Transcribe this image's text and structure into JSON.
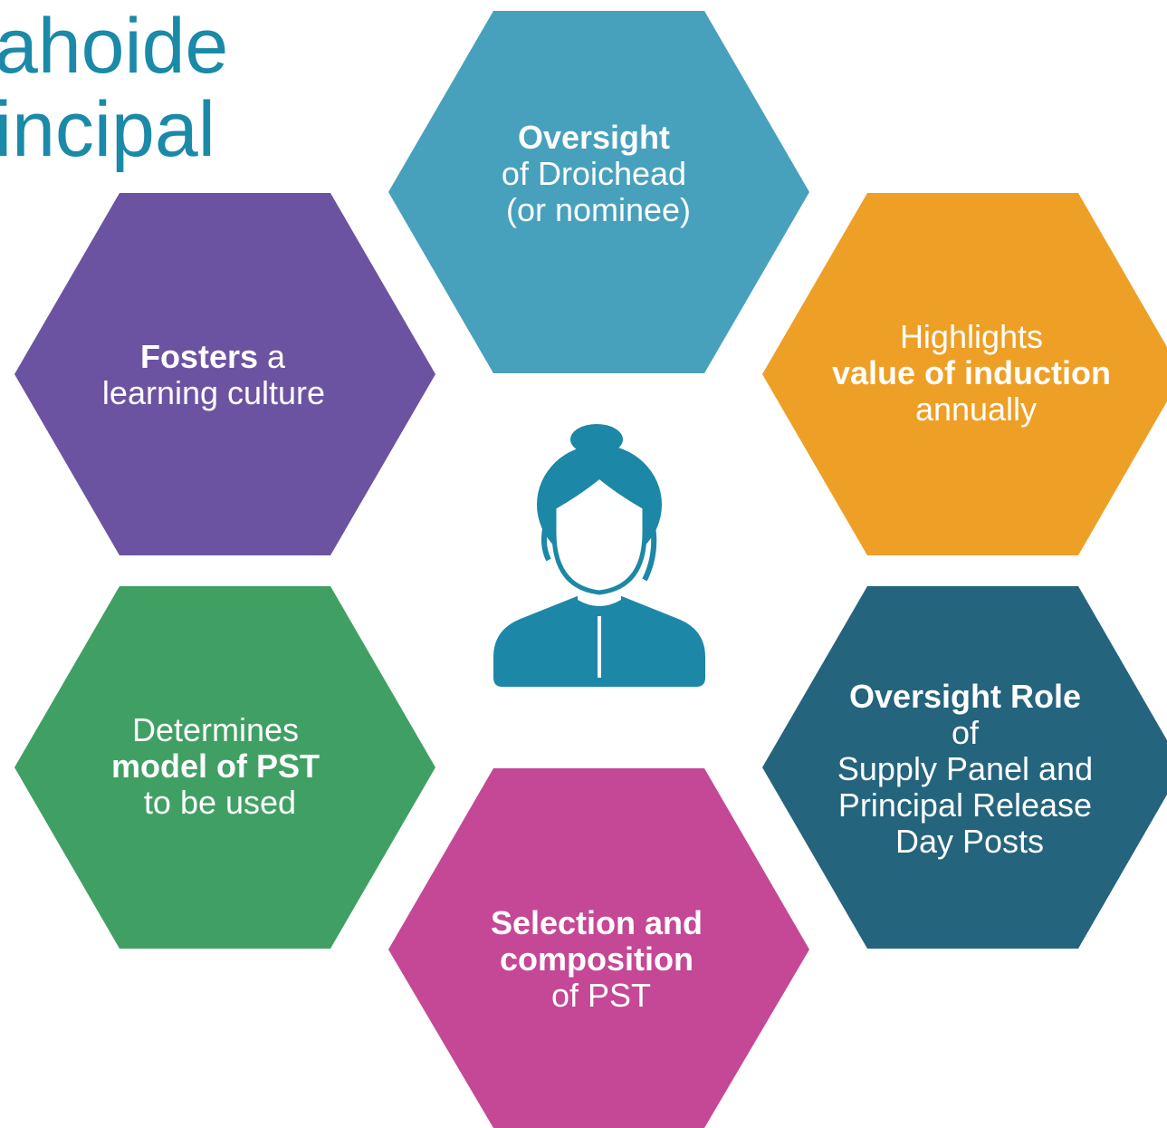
{
  "title": {
    "line1": "ahoide",
    "line2": "incipal"
  },
  "colors": {
    "title": "#1b89a8",
    "oversight_droichead": "#47a1bc",
    "highlights": "#ee9f26",
    "oversight_role": "#24647d",
    "selection": "#c44896",
    "determines": "#40a063",
    "fosters": "#6c53a2",
    "person_icon": "#1c87a7"
  },
  "center_icon": {
    "name": "person-icon"
  },
  "hexagons": [
    {
      "id": "oversight-droichead",
      "lines": [
        {
          "parts": [
            {
              "t": "Oversight",
              "bold": true
            }
          ]
        },
        {
          "parts": [
            {
              "t": "of Droichead",
              "bold": false
            }
          ]
        },
        {
          "parts": [
            {
              "t": "(or nominee)",
              "bold": false
            }
          ]
        }
      ]
    },
    {
      "id": "highlights",
      "lines": [
        {
          "parts": [
            {
              "t": "Highlights",
              "bold": false
            }
          ]
        },
        {
          "parts": [
            {
              "t": "value of induction",
              "bold": true
            }
          ]
        },
        {
          "parts": [
            {
              "t": "annually",
              "bold": false
            }
          ]
        }
      ]
    },
    {
      "id": "oversight-role",
      "lines": [
        {
          "parts": [
            {
              "t": "Oversight Role",
              "bold": true
            }
          ]
        },
        {
          "parts": [
            {
              "t": "of",
              "bold": false
            }
          ]
        },
        {
          "parts": [
            {
              "t": "Supply Panel and",
              "bold": false
            }
          ]
        },
        {
          "parts": [
            {
              "t": "Principal Release",
              "bold": false
            }
          ]
        },
        {
          "parts": [
            {
              "t": "Day Posts",
              "bold": false
            }
          ]
        }
      ]
    },
    {
      "id": "selection",
      "lines": [
        {
          "parts": [
            {
              "t": "Selection and",
              "bold": true
            }
          ]
        },
        {
          "parts": [
            {
              "t": "composition",
              "bold": true
            }
          ]
        },
        {
          "parts": [
            {
              "t": "of PST",
              "bold": false
            }
          ]
        }
      ]
    },
    {
      "id": "determines",
      "lines": [
        {
          "parts": [
            {
              "t": "Determines",
              "bold": false
            }
          ]
        },
        {
          "parts": [
            {
              "t": "model of PST",
              "bold": true
            }
          ]
        },
        {
          "parts": [
            {
              "t": "to be used",
              "bold": false
            }
          ]
        }
      ]
    },
    {
      "id": "fosters",
      "lines": [
        {
          "parts": [
            {
              "t": "Fosters",
              "bold": true
            },
            {
              "t": " a",
              "bold": false
            }
          ]
        },
        {
          "parts": [
            {
              "t": "learning culture",
              "bold": false
            }
          ]
        }
      ]
    }
  ]
}
